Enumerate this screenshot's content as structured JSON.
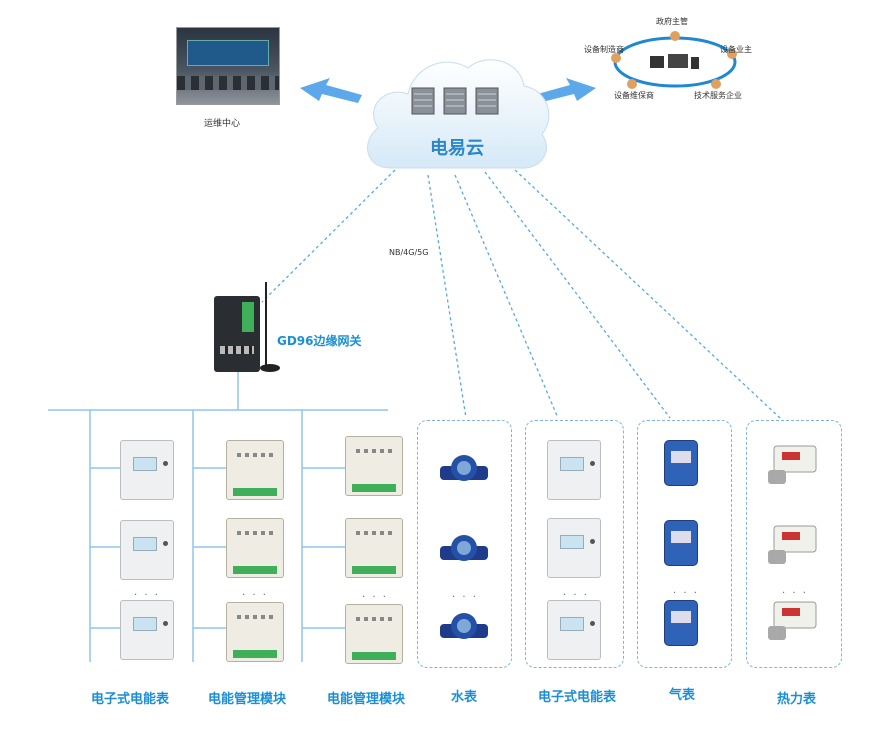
{
  "cloud": {
    "label": "电易云"
  },
  "ops_center": {
    "label": "运维中心"
  },
  "stakeholders": {
    "top": "政府主管",
    "left": "设备制造商",
    "right": "设备业主",
    "bottom_left": "设备维保商",
    "bottom_right": "技术服务企业"
  },
  "network": {
    "label": "NB/4G/5G"
  },
  "gateway": {
    "label": "GD96边缘网关"
  },
  "ellipsis": "· · ·",
  "columns": [
    {
      "label": "电子式电能表"
    },
    {
      "label": "电能管理模块"
    },
    {
      "label": "电能管理模块"
    },
    {
      "label": "水表"
    },
    {
      "label": "电子式电能表"
    },
    {
      "label": "气表"
    },
    {
      "label": "热力表"
    }
  ],
  "colors": {
    "accent": "#1a8fd6",
    "dashed_line": "#5aa7e0",
    "bus_line": "#8ec5ea",
    "cloud_text": "#2d86c8"
  }
}
